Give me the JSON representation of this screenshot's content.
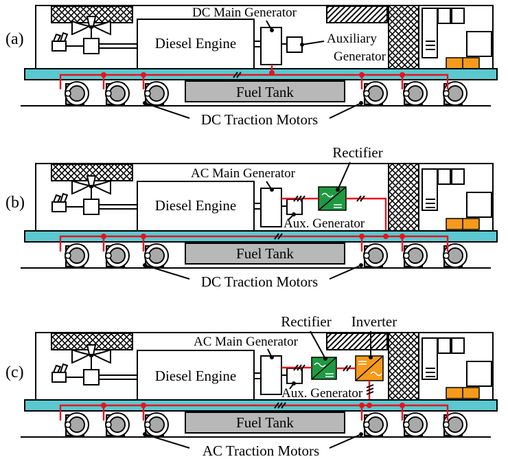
{
  "panels": [
    {
      "tag": "(a)",
      "main_generator": "DC Main Generator",
      "engine": "Diesel Engine",
      "aux_generator_line1": "Auxiliary",
      "aux_generator_line2": "Generator",
      "fuel_tank": "Fuel Tank",
      "motors": "DC Traction Motors"
    },
    {
      "tag": "(b)",
      "main_generator": "AC Main Generator",
      "engine": "Diesel Engine",
      "rectifier": "Rectifier",
      "aux_generator": "Aux. Generator",
      "fuel_tank": "Fuel Tank",
      "motors": "DC Traction Motors"
    },
    {
      "tag": "(c)",
      "main_generator": "AC Main Generator",
      "engine": "Diesel Engine",
      "rectifier": "Rectifier",
      "inverter": "Inverter",
      "aux_generator": "Aux. Generator",
      "fuel_tank": "Fuel Tank",
      "motors": "AC Traction Motors"
    }
  ],
  "colors": {
    "power_line": "#e8121f",
    "deck": "#5bc8cf",
    "rectifier": "#1f9a43",
    "inverter": "#f59a1c",
    "fuel_tank": "#b8b8b8"
  }
}
